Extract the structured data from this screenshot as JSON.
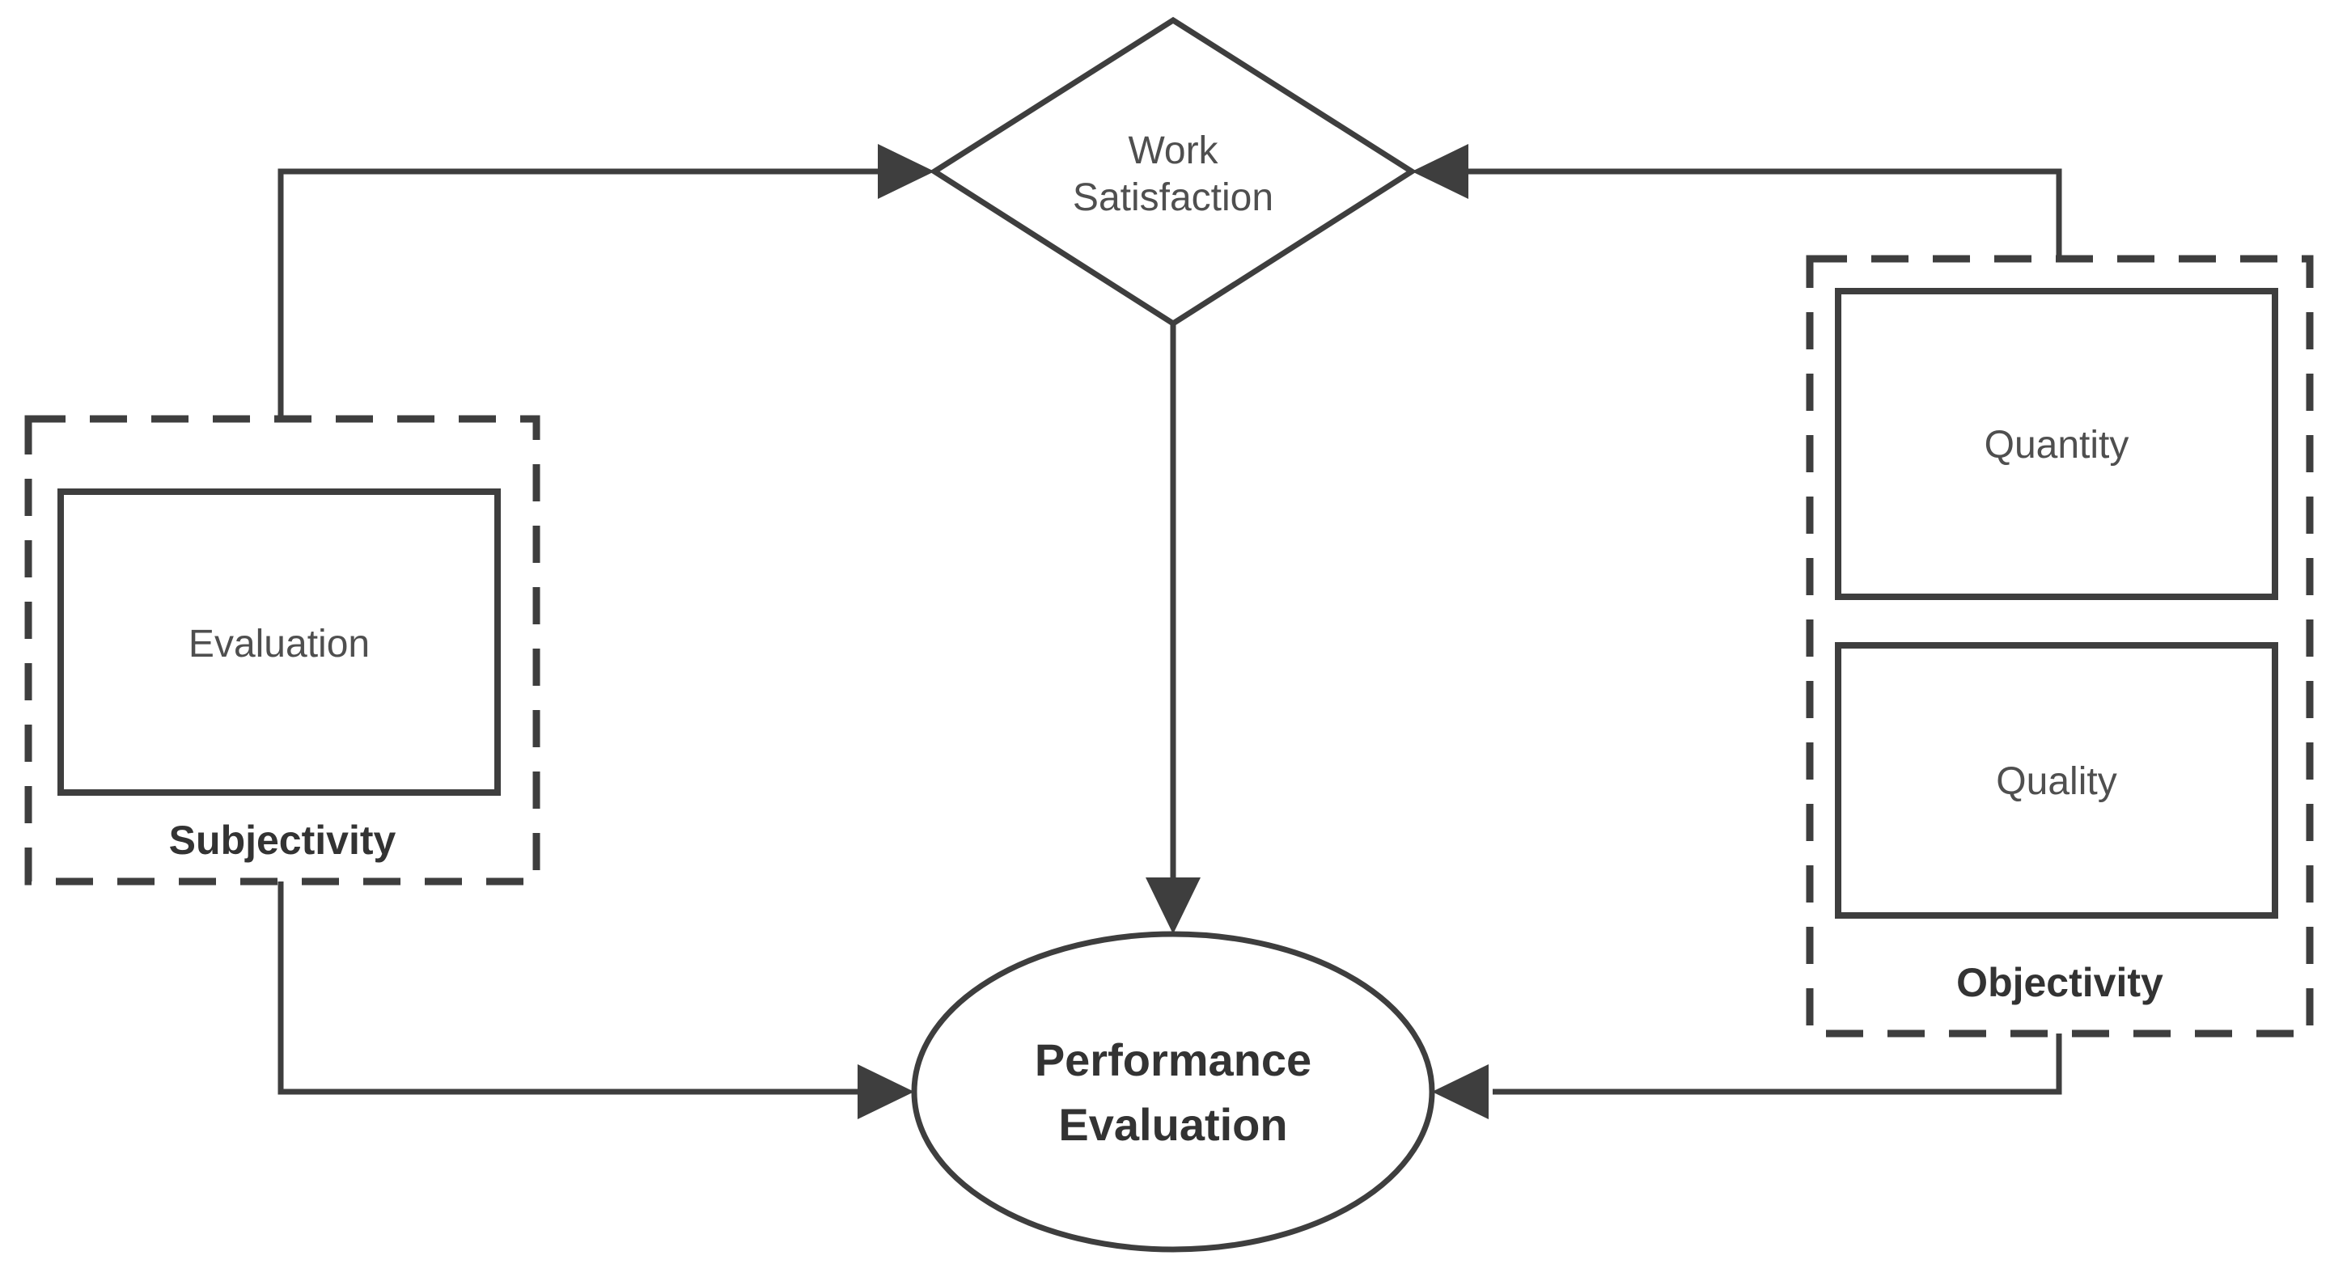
{
  "title": "Performance Evaluation flowchart",
  "colors": {
    "background": "#ffffff",
    "stroke": "#3e3e3e",
    "text": "#4f4f4f",
    "text-bold": "#333333"
  },
  "nodes": {
    "work_satisfaction": {
      "shape": "diamond",
      "line1": "Work",
      "line2": "Satisfaction"
    },
    "subjectivity_group": {
      "shape": "dashed-rect",
      "label": "Subjectivity"
    },
    "evaluation": {
      "shape": "rect",
      "label": "Evaluation"
    },
    "objectivity_group": {
      "shape": "dashed-rect",
      "label": "Objectivity"
    },
    "quantity": {
      "shape": "rect",
      "label": "Quantity"
    },
    "quality": {
      "shape": "rect",
      "label": "Quality"
    },
    "performance_evaluation": {
      "shape": "ellipse",
      "line1": "Performance",
      "line2": "Evaluation"
    }
  },
  "edges": [
    {
      "from": "subjectivity_group",
      "to": "work_satisfaction",
      "style": "elbow-up-right",
      "arrow": "into-diamond-left-vertex"
    },
    {
      "from": "objectivity_group",
      "to": "work_satisfaction",
      "style": "elbow-up-left",
      "arrow": "into-diamond-right-vertex"
    },
    {
      "from": "work_satisfaction",
      "to": "performance_evaluation",
      "style": "straight-down",
      "arrow": "into-ellipse-top"
    },
    {
      "from": "subjectivity_group",
      "to": "performance_evaluation",
      "style": "elbow-down-right",
      "arrow": "into-ellipse-left"
    },
    {
      "from": "objectivity_group",
      "to": "performance_evaluation",
      "style": "elbow-down-left",
      "arrow": "into-ellipse-right"
    }
  ]
}
